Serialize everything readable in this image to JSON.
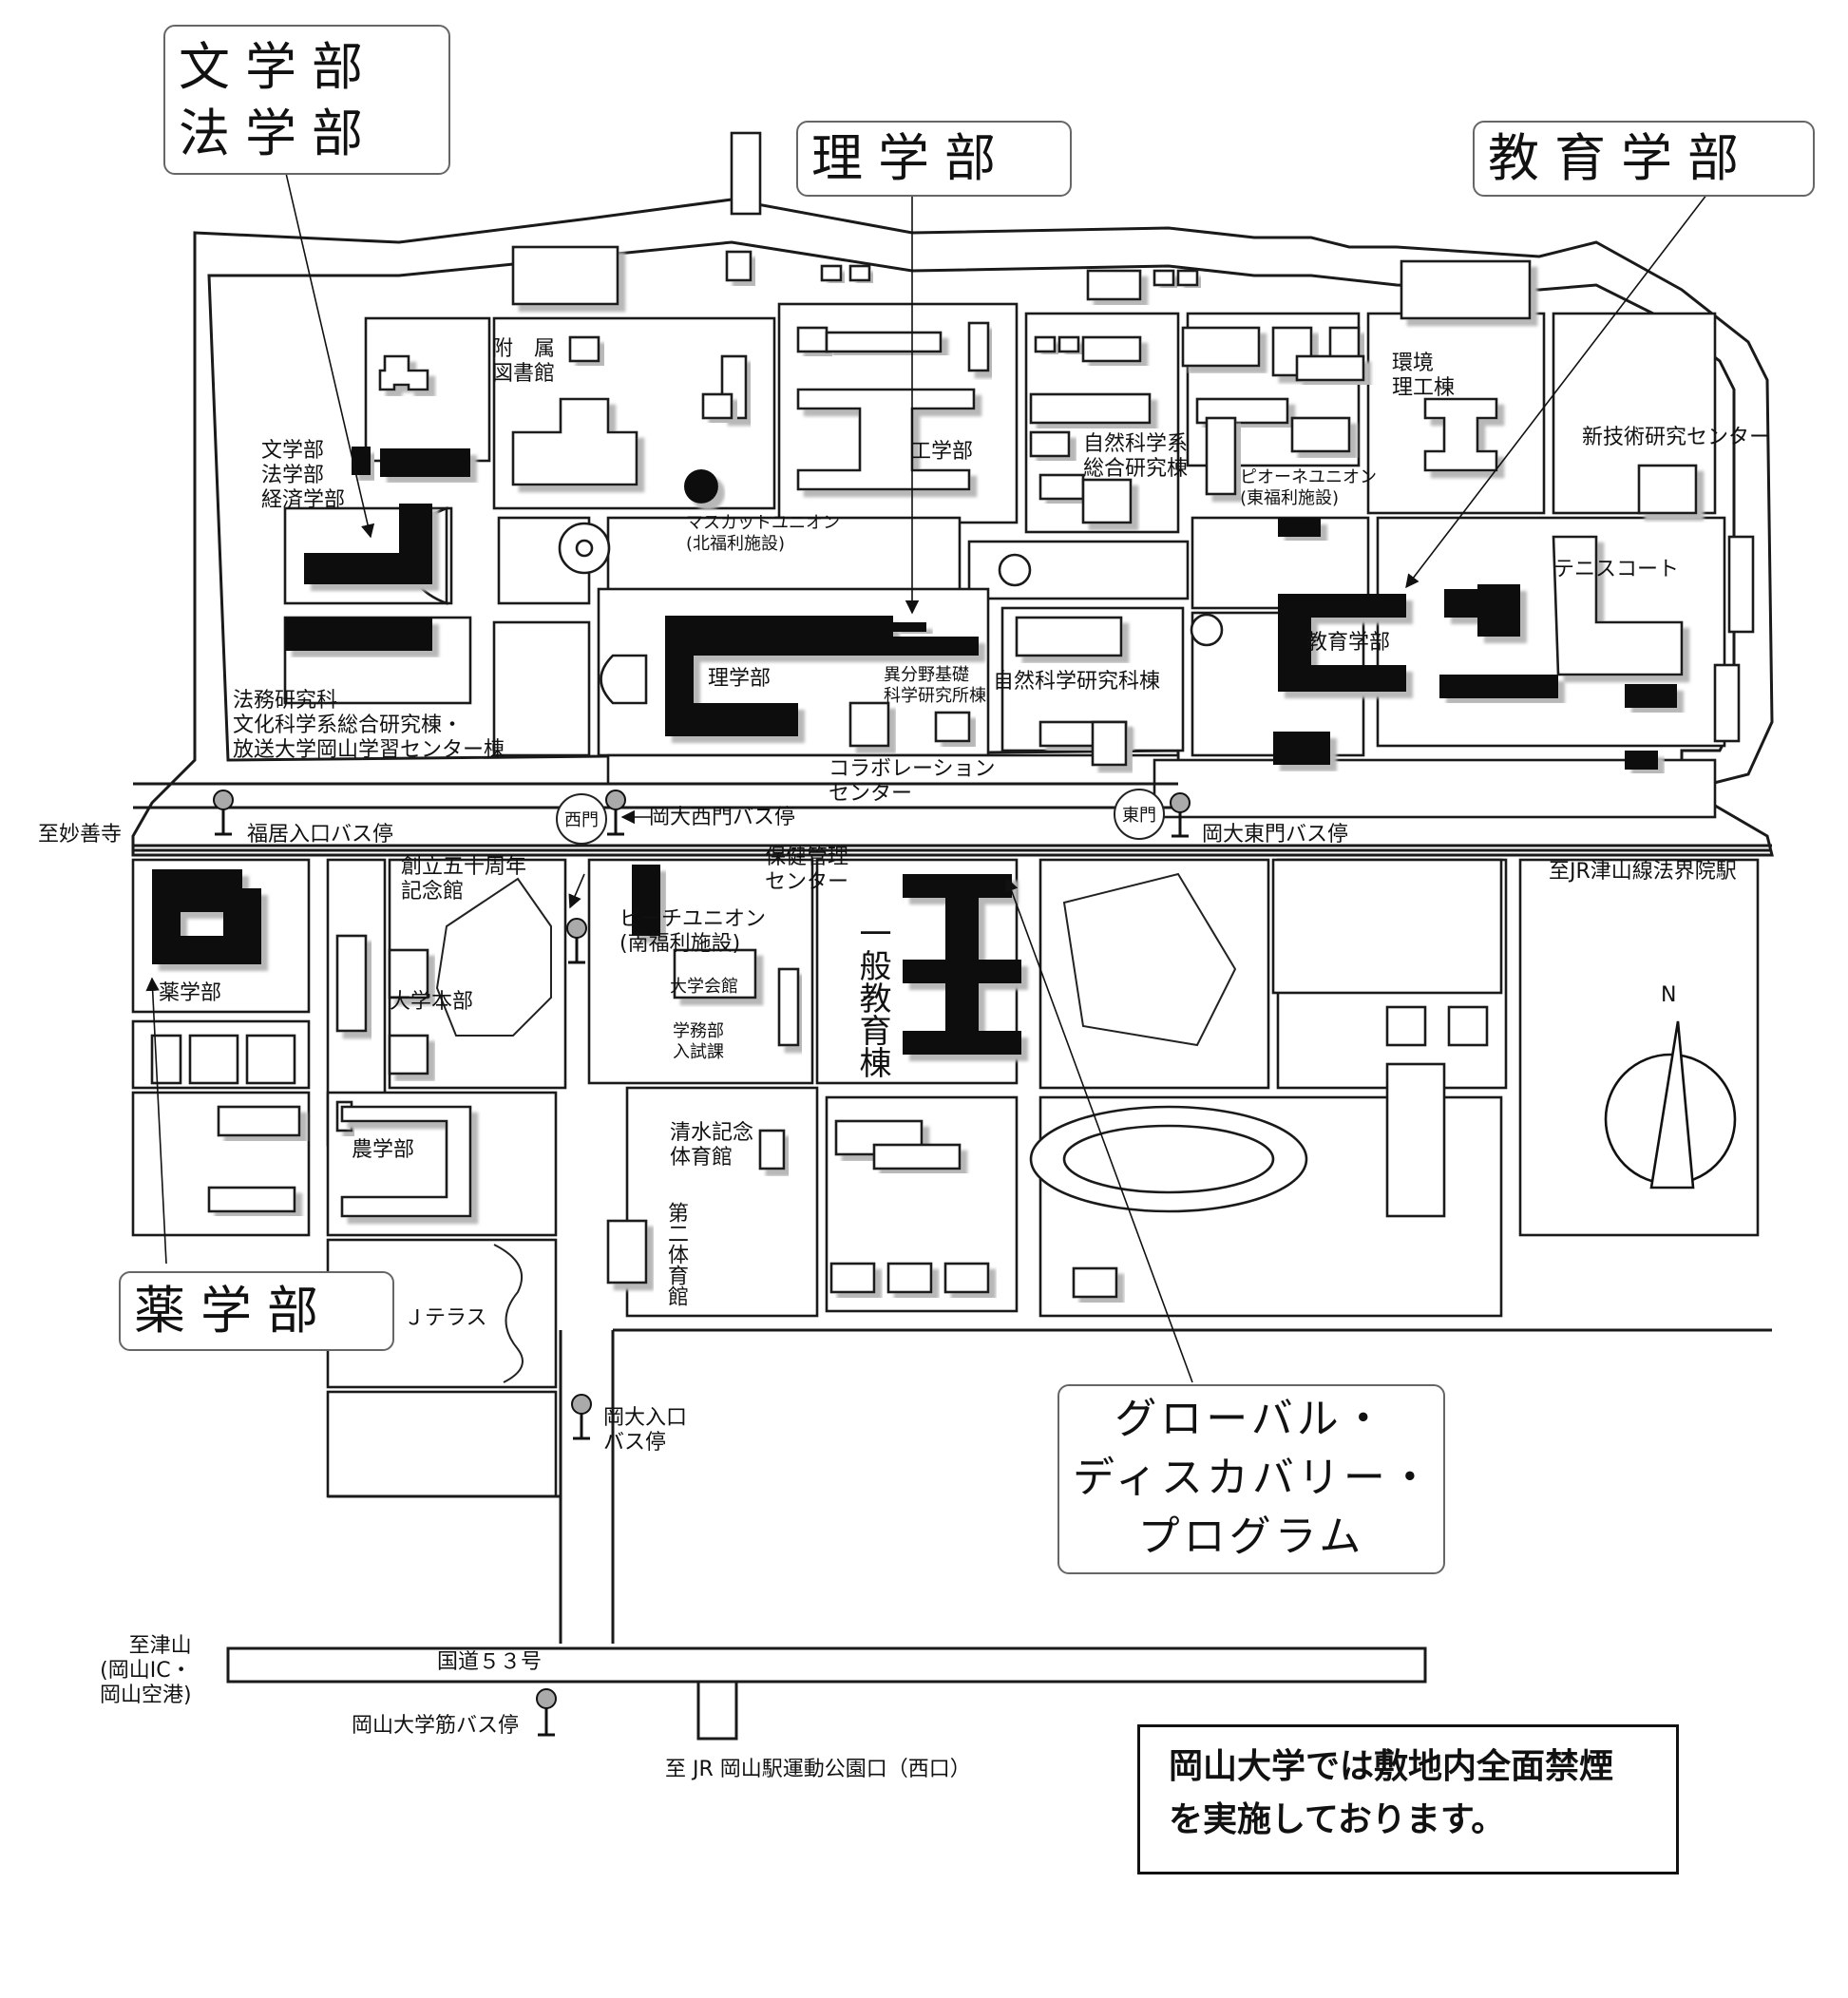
{
  "callouts": {
    "humanities_law": [
      "文学部",
      "法学部"
    ],
    "science": "理学部",
    "education": "教育学部",
    "pharmacy": "薬学部",
    "gdp": [
      "グローバル・",
      "ディスカバリー・",
      "プログラム"
    ]
  },
  "labels": {
    "library": [
      "附　属",
      "図書館"
    ],
    "faculties_block": [
      "文学部",
      "法学部",
      "経済学部"
    ],
    "engineering": "工学部",
    "natsci_research": [
      "自然科学系",
      "総合研究棟"
    ],
    "piorne_union": [
      "ピオーネユニオン",
      "(東福利施設)"
    ],
    "env_science": [
      "環境",
      "理工棟"
    ],
    "new_tech_center": "新技術研究センター",
    "muscat_union": [
      "マスカットユニオン",
      "(北福利施設)"
    ],
    "tennis_court": "テニスコート",
    "science_building": "理学部",
    "interdisciplinary": [
      "異分野基礎",
      "科学研究所棟"
    ],
    "natsci_grad": "自然科学研究科棟",
    "education_building": "教育学部",
    "law_school_block": [
      "法務研究科",
      "文化科学系総合研究棟・",
      "放送大学岡山学習センター棟"
    ],
    "collaboration_center": [
      "コラボレーション",
      "センター"
    ],
    "to_myozenji": "至妙善寺",
    "fukui_bus": "福居入口バス停",
    "west_gate": "西門",
    "west_gate_bus": "岡大西門バス停",
    "east_gate": "東門",
    "east_gate_bus": "岡大東門バス停",
    "to_hokaiin": "至JR津山線法界院駅",
    "anniversary_hall": [
      "創立五十周年",
      "記念館"
    ],
    "health_center": [
      "保健管理",
      "センター"
    ],
    "peach_union": [
      "ピーチユニオン",
      "(南福利施設)"
    ],
    "pharmacy_building": "薬学部",
    "general_education": "一般教育棟",
    "university_hall": "大学会館",
    "admin_hq": "大学本部",
    "admissions": [
      "学務部",
      "入試課"
    ],
    "agriculture": "農学部",
    "shimizu_gym": [
      "清水記念",
      "体育館"
    ],
    "second_gym": "第二体育館",
    "j_terrace": "Ｊテラス",
    "okadai_entrance_bus": [
      "岡大入口",
      "バス停"
    ],
    "to_tsuyama": [
      "至津山",
      "(岡山IC・",
      "岡山空港)"
    ],
    "route53": "国道５３号",
    "suji_bus": "岡山大学筋バス停",
    "to_jr_okayama": "至 JR 岡山駅運動公園口（西口）",
    "compass_north": "N"
  },
  "notice": [
    "岡山大学では敷地内全面禁煙",
    "を実施しております。"
  ]
}
